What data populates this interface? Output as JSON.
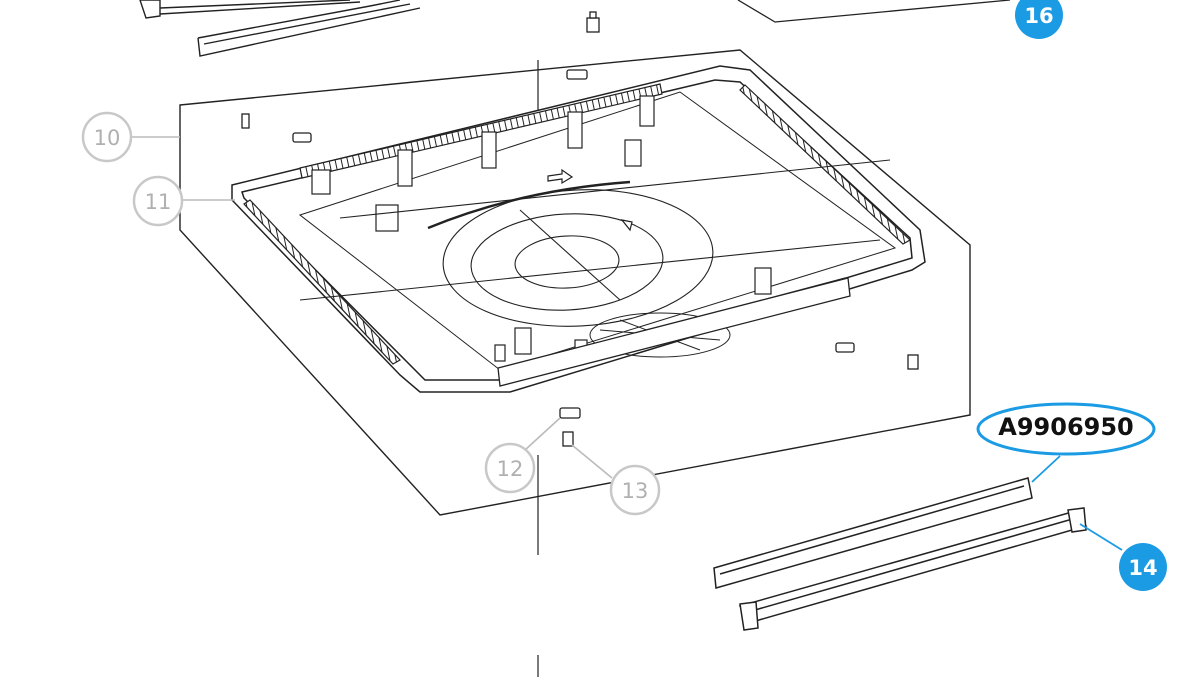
{
  "callouts": {
    "c10": "10",
    "c11": "11",
    "c12": "12",
    "c13": "13",
    "c14": "14",
    "c16": "16"
  },
  "part_number": "A9906950",
  "colors": {
    "line": "#222222",
    "gray_callout": "#c8c8c8",
    "blue_callout": "#1a9be3",
    "blue_highlight": "#1a9be3"
  }
}
